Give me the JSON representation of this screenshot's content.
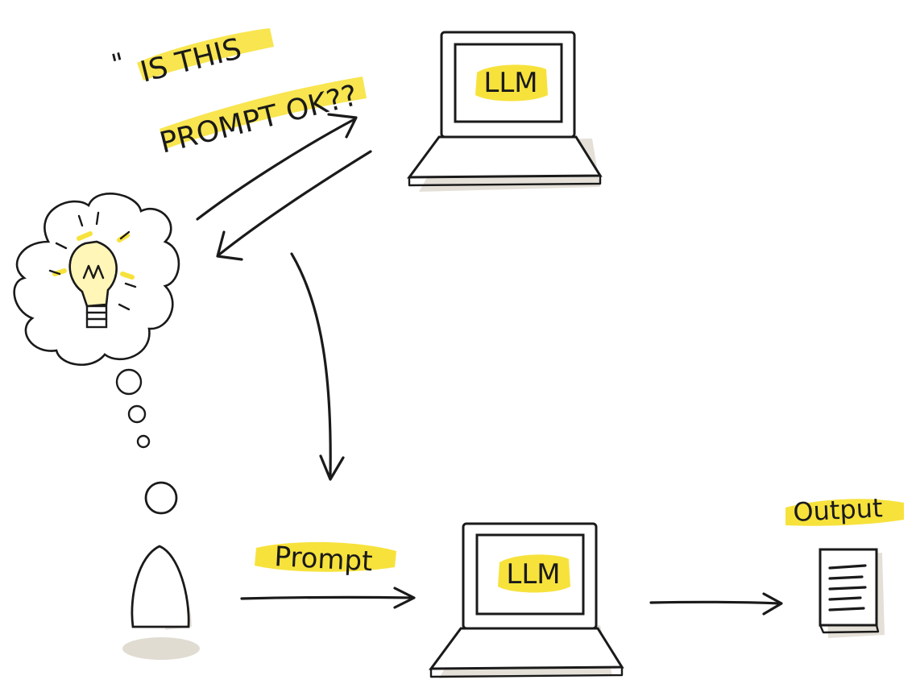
{
  "labels": {
    "question_quote": "\"",
    "question_line1": "IS THIS",
    "question_line2": "PROMPT OK??",
    "llm_top": "LLM",
    "llm_bottom": "LLM",
    "prompt": "Prompt",
    "output": "Output"
  },
  "colors": {
    "highlight": "#f7e23c",
    "ink": "#1a1a1a",
    "shadow": "#d8d3c7",
    "paper": "#ffffff"
  },
  "icons": {
    "person": "person-icon",
    "thought": "lightbulb-icon",
    "laptop": "laptop-icon",
    "document": "document-icon"
  }
}
